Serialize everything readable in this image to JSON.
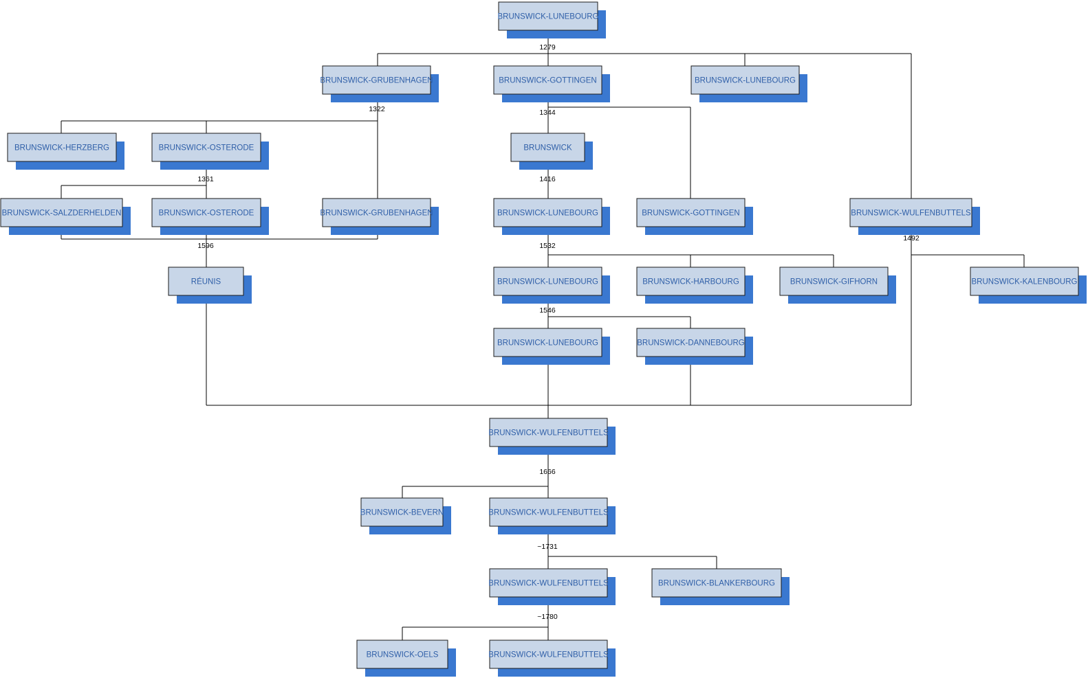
{
  "colors": {
    "box_fill": "#c8d6e8",
    "box_stroke": "#1a1a1a",
    "shadow": "#3a78d0",
    "line": "#000000",
    "label": "#2f5fa8"
  },
  "nodes": [
    {
      "id": "n1",
      "label": "BRUNSWICK-LUNEBOURG"
    },
    {
      "id": "n2",
      "label": "BRUNSWICK-GRUBENHAGEN"
    },
    {
      "id": "n3",
      "label": "BRUNSWICK-GOTTINGEN"
    },
    {
      "id": "n4",
      "label": "BRUNSWICK-LUNEBOURG"
    },
    {
      "id": "n5",
      "label": "BRUNSWICK-HERZBERG"
    },
    {
      "id": "n6",
      "label": "BRUNSWICK-OSTERODE"
    },
    {
      "id": "n7",
      "label": "BRUNSWICK"
    },
    {
      "id": "n8",
      "label": "BRUNSWICK-SALZDERHELDEN"
    },
    {
      "id": "n9",
      "label": "BRUNSWICK-OSTERODE"
    },
    {
      "id": "n10",
      "label": "BRUNSWICK-GRUBENHAGEN"
    },
    {
      "id": "n11",
      "label": "BRUNSWICK-LUNEBOURG"
    },
    {
      "id": "n12",
      "label": "BRUNSWICK-GOTTINGEN"
    },
    {
      "id": "n13",
      "label": "BRUNSWICK-WULFENBUTTELS"
    },
    {
      "id": "n14",
      "label": "RÉUNIS"
    },
    {
      "id": "n15",
      "label": "BRUNSWICK-LUNEBOURG"
    },
    {
      "id": "n16",
      "label": "BRUNSWICK-HARBOURG"
    },
    {
      "id": "n17",
      "label": "BRUNSWICK-GIFHORN"
    },
    {
      "id": "n18",
      "label": "BRUNSWICK-KALENBOURG"
    },
    {
      "id": "n19",
      "label": "BRUNSWICK-LUNEBOURG"
    },
    {
      "id": "n20",
      "label": "BRUNSWICK-DANNEBOURG"
    },
    {
      "id": "n21",
      "label": "BRUNSWICK-WULFENBUTTELS"
    },
    {
      "id": "n22",
      "label": "BRUNSWICK-BEVERN"
    },
    {
      "id": "n23",
      "label": "BRUNSWICK-WULFENBUTTELS"
    },
    {
      "id": "n24",
      "label": "BRUNSWICK-WULFENBUTTELS"
    },
    {
      "id": "n25",
      "label": "BRUNSWICK-BLANKERBOURG"
    },
    {
      "id": "n26",
      "label": "BRUNSWICK-OELS"
    },
    {
      "id": "n27",
      "label": "BRUNSWICK-WULFENBUTTELS"
    }
  ],
  "years": [
    {
      "id": "y1",
      "label": "1279"
    },
    {
      "id": "y2",
      "label": "1322"
    },
    {
      "id": "y3",
      "label": "1344"
    },
    {
      "id": "y4",
      "label": "1361"
    },
    {
      "id": "y5",
      "label": "1416"
    },
    {
      "id": "y6",
      "label": "1596"
    },
    {
      "id": "y7",
      "label": "1532"
    },
    {
      "id": "y8",
      "label": "1492"
    },
    {
      "id": "y9",
      "label": "1546"
    },
    {
      "id": "y10",
      "label": "1666"
    },
    {
      "id": "y11",
      "label": "~1731"
    },
    {
      "id": "y12",
      "label": "~1780"
    }
  ]
}
